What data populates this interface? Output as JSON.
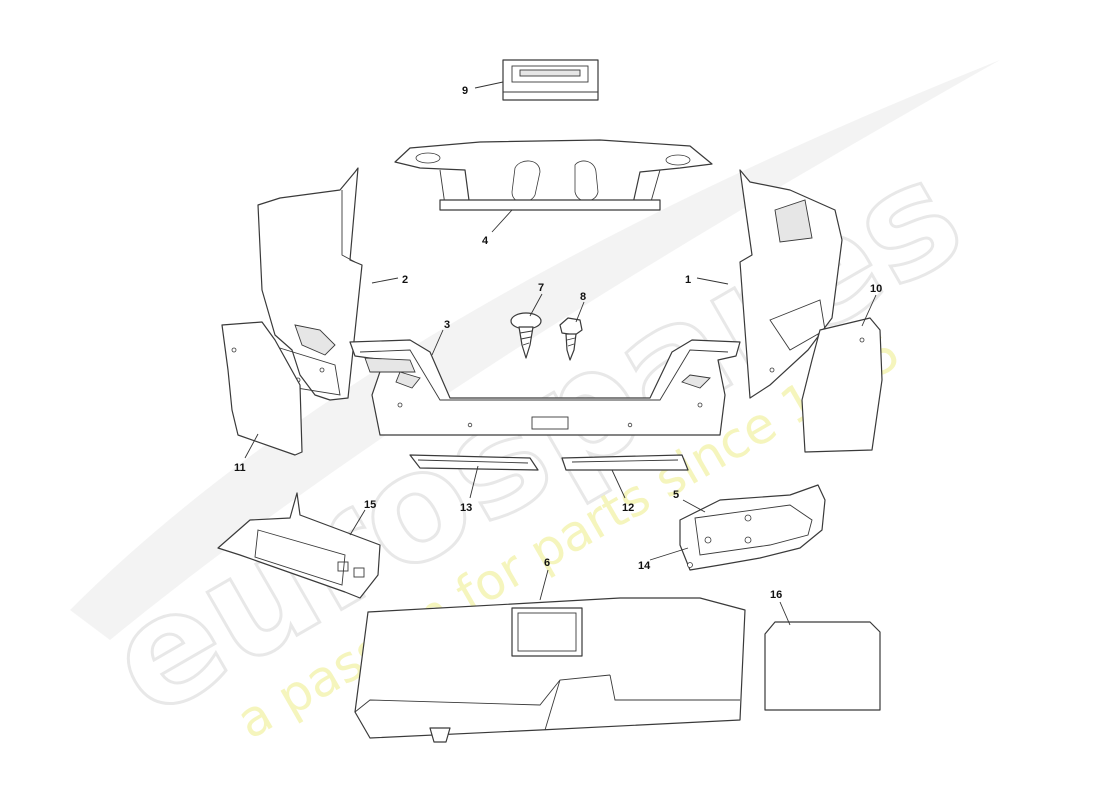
{
  "watermark": {
    "brand": "eurospares",
    "tagline": "a passion for parts since 1985"
  },
  "callouts": [
    {
      "id": "p1",
      "label": "1"
    },
    {
      "id": "p2",
      "label": "2"
    },
    {
      "id": "p3",
      "label": "3"
    },
    {
      "id": "p4",
      "label": "4"
    },
    {
      "id": "p5",
      "label": "5"
    },
    {
      "id": "p6",
      "label": "6"
    },
    {
      "id": "p7",
      "label": "7"
    },
    {
      "id": "p8",
      "label": "8"
    },
    {
      "id": "p9",
      "label": "9"
    },
    {
      "id": "p10",
      "label": "10"
    },
    {
      "id": "p11",
      "label": "11"
    },
    {
      "id": "p12",
      "label": "12"
    },
    {
      "id": "p13",
      "label": "13"
    },
    {
      "id": "p14",
      "label": "14"
    },
    {
      "id": "p15",
      "label": "15"
    },
    {
      "id": "p16",
      "label": "16"
    }
  ],
  "colors": {
    "line": "#3a3a3a",
    "watermark_grey": "#e4e4e4",
    "watermark_yellow": "#f2f2a8"
  }
}
